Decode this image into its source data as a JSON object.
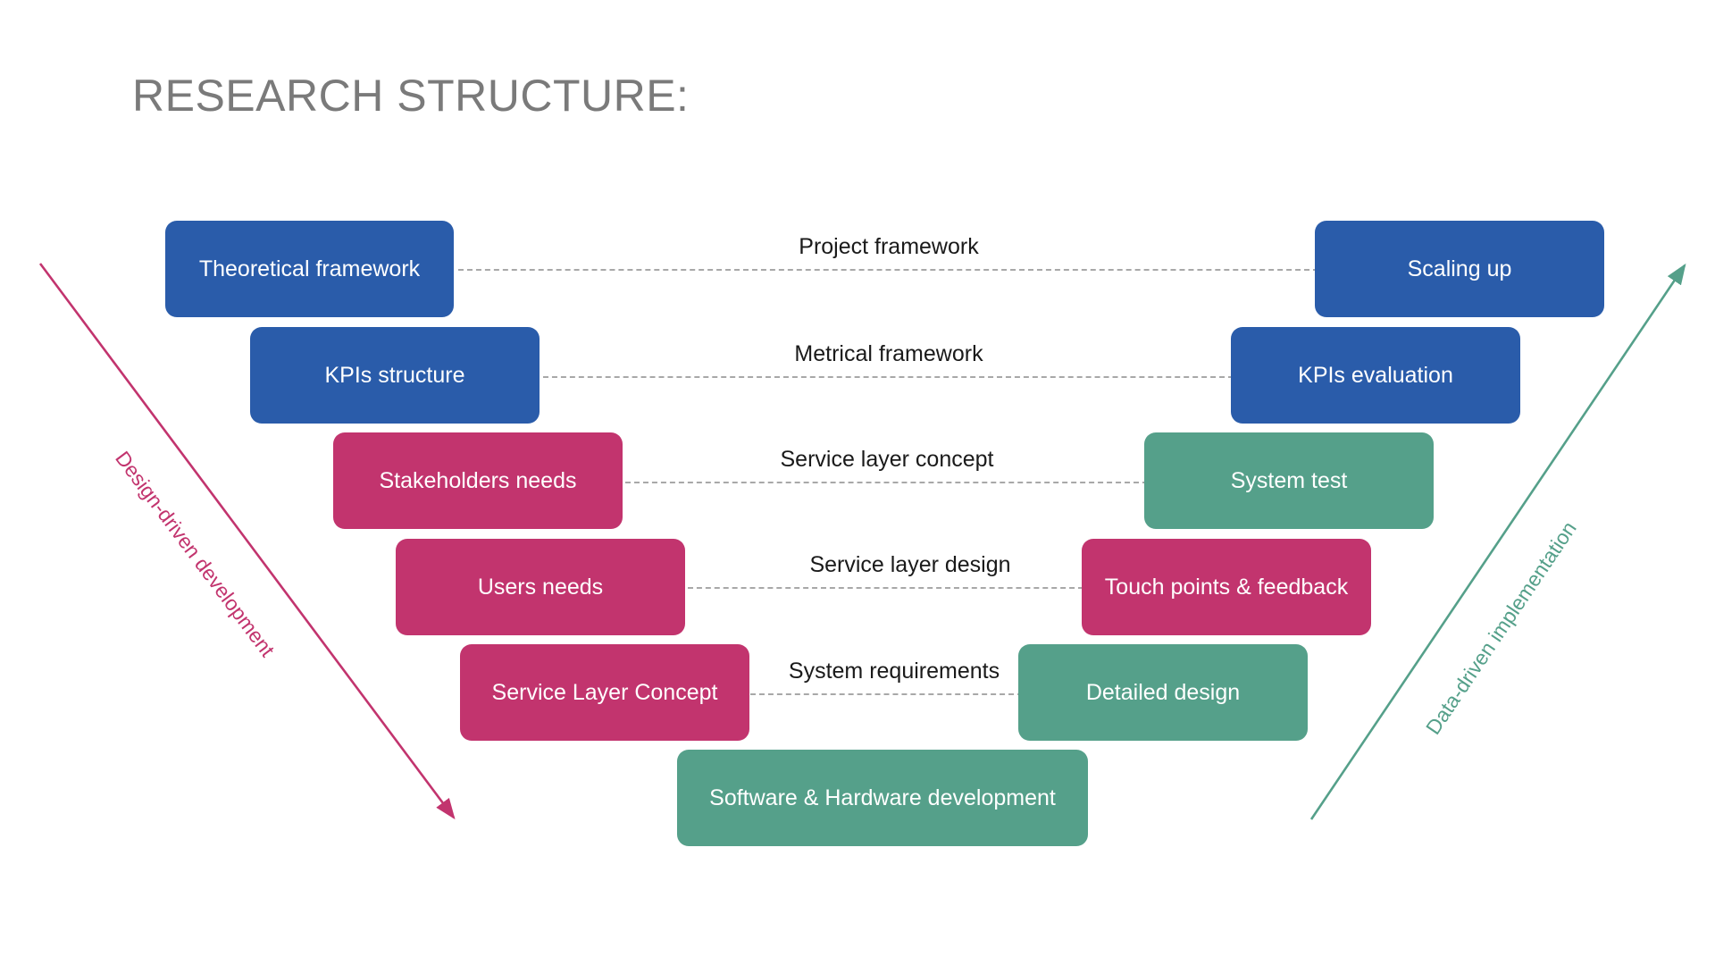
{
  "page": {
    "title": "RESEARCH STRUCTURE:",
    "background": "#ffffff",
    "title_color": "#7a7a7a"
  },
  "colors": {
    "blue": "#2a5caa",
    "pink": "#c2346e",
    "green": "#55a08a",
    "connector": "#a8a8a8",
    "label_text": "#1a1a1a"
  },
  "chart_data": {
    "type": "diagram",
    "diagram_kind": "v-model",
    "title": "RESEARCH STRUCTURE:",
    "rows": [
      {
        "left": "Theoretical framework",
        "left_color": "blue",
        "middle": "Project framework",
        "right": "Scaling up",
        "right_color": "blue"
      },
      {
        "left": "KPIs structure",
        "left_color": "blue",
        "middle": "Metrical framework",
        "right": "KPIs evaluation",
        "right_color": "blue"
      },
      {
        "left": "Stakeholders needs",
        "left_color": "pink",
        "middle": "Service layer concept",
        "right": "System test",
        "right_color": "green"
      },
      {
        "left": "Users needs",
        "left_color": "pink",
        "middle": "Service layer design",
        "right": "Touch points & feedback",
        "right_color": "pink"
      },
      {
        "left": "Service Layer Concept",
        "left_color": "pink",
        "middle": "System requirements",
        "right": "Detailed design",
        "right_color": "green"
      }
    ],
    "bottom": {
      "label": "Software & Hardware development",
      "color": "green"
    },
    "axes": [
      {
        "name": "left-axis",
        "label": "Design-driven development",
        "color": "#c2346e",
        "direction": "down-right"
      },
      {
        "name": "right-axis",
        "label": "Data-driven implementation",
        "color": "#55a08a",
        "direction": "up-right"
      }
    ]
  },
  "boxes": {
    "left": [
      {
        "label": "Theoretical framework"
      },
      {
        "label": "KPIs structure"
      },
      {
        "label": "Stakeholders needs"
      },
      {
        "label": "Users needs"
      },
      {
        "label": "Service Layer Concept"
      }
    ],
    "right": [
      {
        "label": "Scaling up"
      },
      {
        "label": "KPIs evaluation"
      },
      {
        "label": "System test"
      },
      {
        "label": "Touch points & feedback"
      },
      {
        "label": "Detailed design"
      }
    ],
    "bottom": {
      "label": "Software & Hardware development"
    }
  },
  "middle_labels": [
    {
      "label": "Project framework"
    },
    {
      "label": "Metrical framework"
    },
    {
      "label": "Service layer concept"
    },
    {
      "label": "Service layer design"
    },
    {
      "label": "System requirements"
    }
  ],
  "axis_labels": {
    "left": "Design-driven development",
    "right": "Data-driven implementation"
  }
}
